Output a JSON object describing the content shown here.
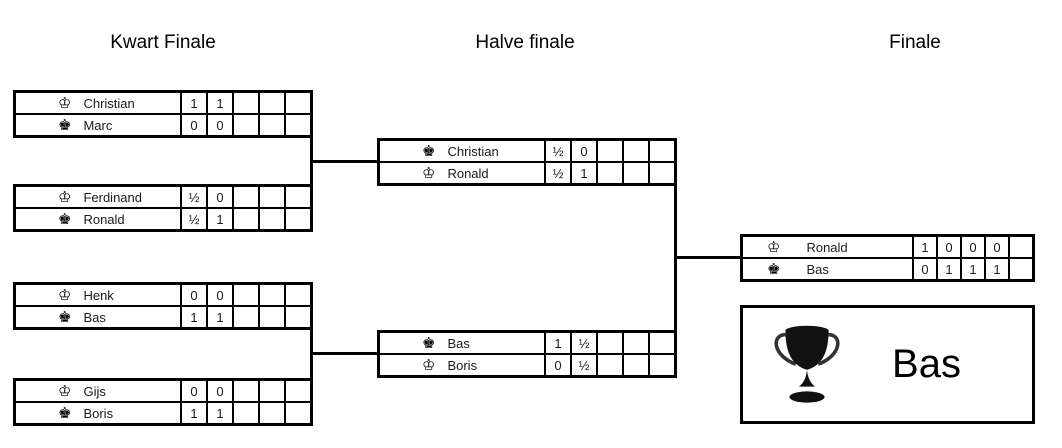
{
  "headers": {
    "quarter": "Kwart Finale",
    "semi": "Halve finale",
    "final": "Finale"
  },
  "icons": {
    "white_king": "♔",
    "black_king": "♚",
    "trophy": "trophy-cup"
  },
  "colors": {
    "line": "#000000",
    "background": "#ffffff",
    "text": "#1a1a1a",
    "trophy": "#111111"
  },
  "bracket": {
    "quarter_finals": [
      {
        "players": [
          {
            "name": "Christian",
            "color": "white",
            "scores": [
              "1",
              "1",
              "",
              "",
              ""
            ]
          },
          {
            "name": "Marc",
            "color": "black",
            "scores": [
              "0",
              "0",
              "",
              "",
              ""
            ]
          }
        ]
      },
      {
        "players": [
          {
            "name": "Ferdinand",
            "color": "white",
            "scores": [
              "½",
              "0",
              "",
              "",
              ""
            ]
          },
          {
            "name": "Ronald",
            "color": "black",
            "scores": [
              "½",
              "1",
              "",
              "",
              ""
            ]
          }
        ]
      },
      {
        "players": [
          {
            "name": "Henk",
            "color": "white",
            "scores": [
              "0",
              "0",
              "",
              "",
              ""
            ]
          },
          {
            "name": "Bas",
            "color": "black",
            "scores": [
              "1",
              "1",
              "",
              "",
              ""
            ]
          }
        ]
      },
      {
        "players": [
          {
            "name": "Gijs",
            "color": "white",
            "scores": [
              "0",
              "0",
              "",
              "",
              ""
            ]
          },
          {
            "name": "Boris",
            "color": "black",
            "scores": [
              "1",
              "1",
              "",
              "",
              ""
            ]
          }
        ]
      }
    ],
    "semi_finals": [
      {
        "players": [
          {
            "name": "Christian",
            "color": "black",
            "scores": [
              "½",
              "0",
              "",
              "",
              ""
            ]
          },
          {
            "name": "Ronald",
            "color": "white",
            "scores": [
              "½",
              "1",
              "",
              "",
              ""
            ]
          }
        ]
      },
      {
        "players": [
          {
            "name": "Bas",
            "color": "black",
            "scores": [
              "1",
              "½",
              "",
              "",
              ""
            ]
          },
          {
            "name": "Boris",
            "color": "white",
            "scores": [
              "0",
              "½",
              "",
              "",
              ""
            ]
          }
        ]
      }
    ],
    "final_match": {
      "players": [
        {
          "name": "Ronald",
          "color": "white",
          "scores": [
            "1",
            "0",
            "0",
            "0",
            ""
          ]
        },
        {
          "name": "Bas",
          "color": "black",
          "scores": [
            "0",
            "1",
            "1",
            "1",
            ""
          ]
        }
      ]
    },
    "winner": "Bas"
  }
}
